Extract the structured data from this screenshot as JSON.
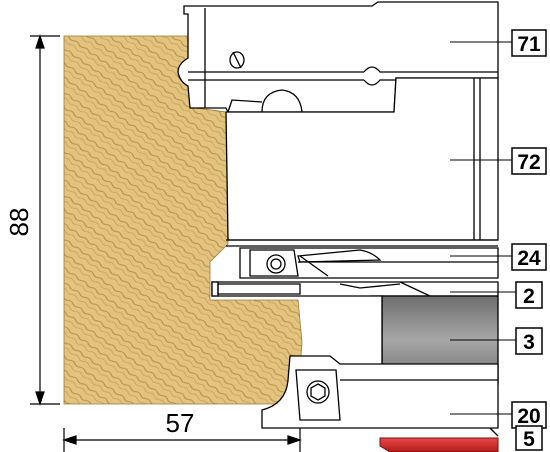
{
  "dimensions": {
    "height": "88",
    "width": "57"
  },
  "labels": [
    {
      "id": "part-71",
      "text": "71"
    },
    {
      "id": "part-72",
      "text": "72"
    },
    {
      "id": "part-24",
      "text": "24"
    },
    {
      "id": "part-2",
      "text": "2"
    },
    {
      "id": "part-3",
      "text": "3"
    },
    {
      "id": "part-20",
      "text": "20"
    },
    {
      "id": "part-5",
      "text": "5"
    }
  ],
  "colors": {
    "wood_light": "#e6c88a",
    "wood_dark": "#b8934a",
    "steel": "#ffffff",
    "spacer_gray": "#8a8a8a",
    "red_part": "#d22a2a",
    "outline": "#000000"
  }
}
